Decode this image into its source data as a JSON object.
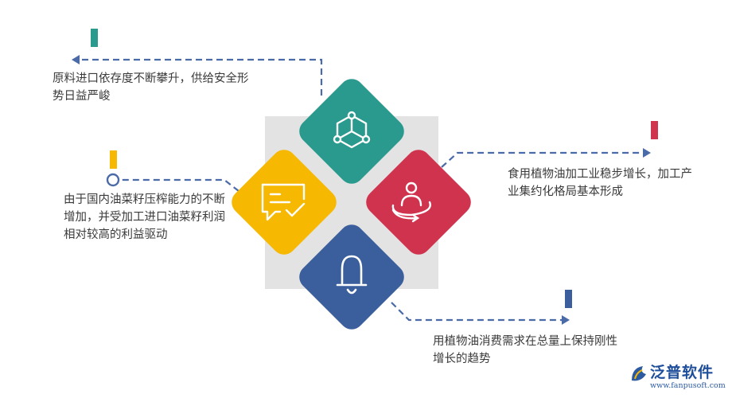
{
  "colors": {
    "teal": "#2a9a8e",
    "crimson": "#d0334e",
    "yellow": "#f6b800",
    "navy": "#3a5f9c",
    "gray_panel": "#e3e3e3",
    "connector": "#4a6aa8",
    "text": "#3a3a3a"
  },
  "items": {
    "top": {
      "text": "原料进口依存度不断攀升，供给安全形势日益严峻",
      "icon": "network-cube-icon",
      "color": "teal"
    },
    "right": {
      "text": "食用植物油加工业稳步增长，加工产业集约化格局基本形成",
      "icon": "person-orbit-icon",
      "color": "crimson"
    },
    "left": {
      "text": "由于国内油菜籽压榨能力的不断增加，并受加工进口油菜籽利润相对较高的利益驱动",
      "icon": "chat-check-icon",
      "color": "yellow"
    },
    "bottom": {
      "text": "用植物油消费需求在总量上保持刚性增长的趋势",
      "icon": "bell-icon",
      "color": "navy"
    }
  },
  "logo": {
    "name": "泛普软件",
    "url": "www.fanpusoft.com"
  }
}
